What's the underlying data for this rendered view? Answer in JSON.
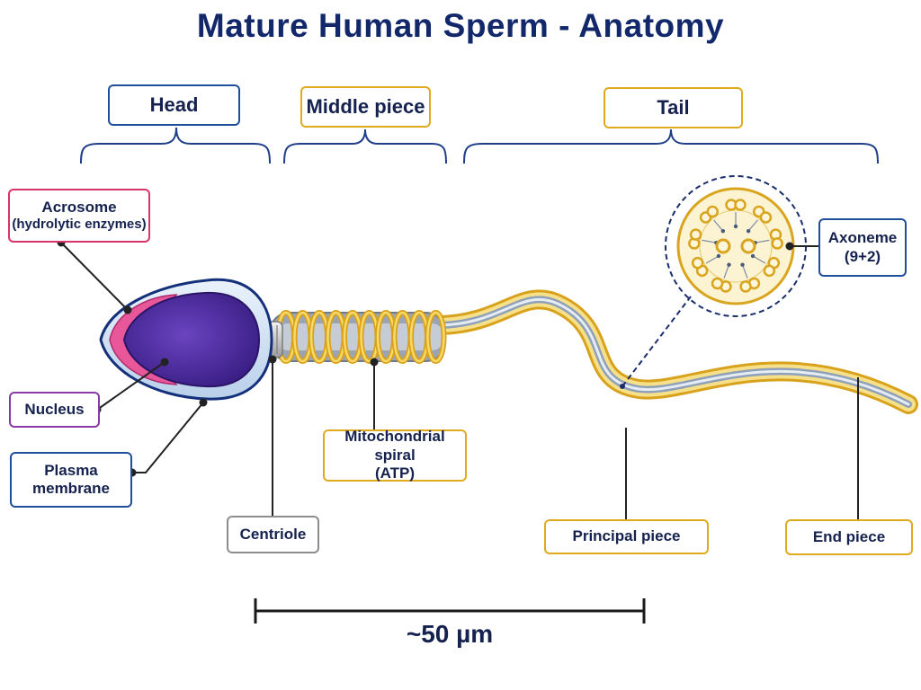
{
  "title": "Mature Human Sperm - Anatomy",
  "regions": {
    "head": "Head",
    "middle_piece": "Middle piece",
    "tail": "Tail"
  },
  "labels": {
    "acrosome": "Acrosome",
    "acrosome_sub": "(hydrolytic enzymes)",
    "nucleus": "Nucleus",
    "plasma_line1": "Plasma",
    "plasma_line2": "membrane",
    "centriole": "Centriole",
    "mito_line1": "Mitochondrial spiral",
    "mito_line2": "(ATP)",
    "axoneme_line1": "Axoneme",
    "axoneme_line2": "(9+2)",
    "principal_piece": "Principal piece",
    "end_piece": "End piece"
  },
  "scale_bar": {
    "label": "~50 µm"
  },
  "colors": {
    "title": "#12286b",
    "label_text": "#15224f",
    "border_blue": "#1f4f9c",
    "border_gold": "#e0a91e",
    "border_pink": "#d9336b",
    "border_purple": "#8a3aa6",
    "border_gray": "#8c8c8c",
    "nucleus_fill": "#4a2a9a",
    "acrosome_fill": "#e8579a",
    "mitochondria": "#e8b21f"
  }
}
